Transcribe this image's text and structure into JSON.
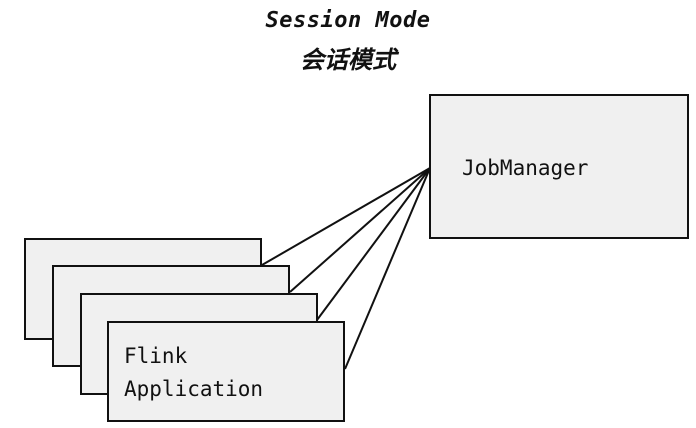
{
  "title": {
    "english": "Session Mode",
    "chinese": "会话模式"
  },
  "job_manager": {
    "label": "JobManager"
  },
  "application": {
    "line1": "Flink",
    "line2": "Application"
  }
}
